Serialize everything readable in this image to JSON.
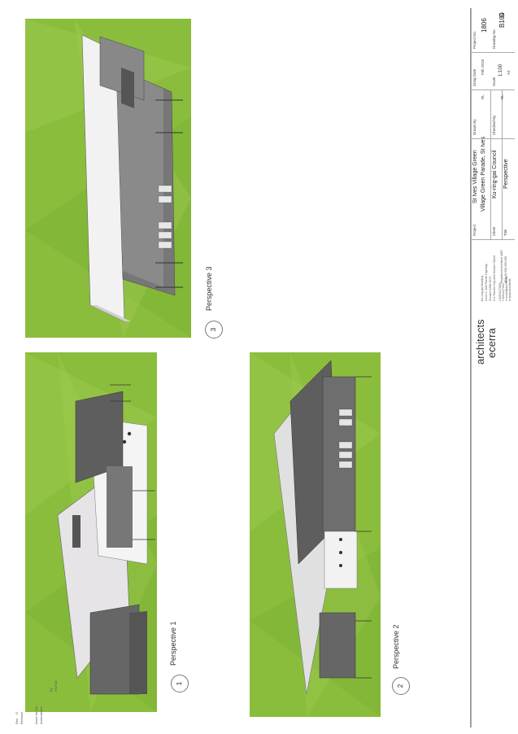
{
  "views": [
    {
      "number": "1",
      "label": "Perspective 1"
    },
    {
      "number": "2",
      "label": "Perspective 2"
    },
    {
      "number": "3",
      "label": "Perspective 3"
    }
  ],
  "title_block": {
    "logo_line1": "architects",
    "logo_line2": "ecerra",
    "office_lines": [
      "Ku-ring-gai Building",
      "Level 4, 828 Pacific Highway",
      "Gordon NSW 2072",
      "Cnr Pacific Hwy and Gordon Street"
    ],
    "contact_lines": [
      "t  0294247000",
      "f  0294247001",
      "e  email@architects",
      "w  www.architects"
    ],
    "reg_lines": [
      "Registered Architect 4887",
      "ABN 00 000 000 000"
    ],
    "project_label": "Project",
    "project_line1": "St Ives Village Green",
    "project_line2": "Village Green Parade, St Ives",
    "client_label": "Client",
    "client_value": "Ku-ring-gai Council",
    "title_label": "Title",
    "title_value": "Perspective",
    "drawn_by_label": "Drawn By",
    "drawn_by_value": "RL",
    "checked_by_label": "Checked By",
    "checked_by_value": "RL",
    "dwg_date_label": "Drwg Date",
    "dwg_date_value": "Feb 2018",
    "scale_label": "Scale",
    "scale_value": "1:100",
    "size_value": "A3",
    "project_no_label": "Project No.",
    "project_no_value": "1806",
    "drawing_no_label": "Drawing No.",
    "drawing_no_value": "B100",
    "revision_label": "Rev",
    "revision_value": "G"
  },
  "revisions": {
    "header_rev": "Rev",
    "header_desc": "Revision",
    "header_by": "By",
    "header_date": "Date",
    "row_rev": "G",
    "row_desc": "Issue for DA",
    "row_by": "RL",
    "row_date": "7/02/18",
    "row2_desc": "Amendment",
    "row2_date": "Floor"
  }
}
